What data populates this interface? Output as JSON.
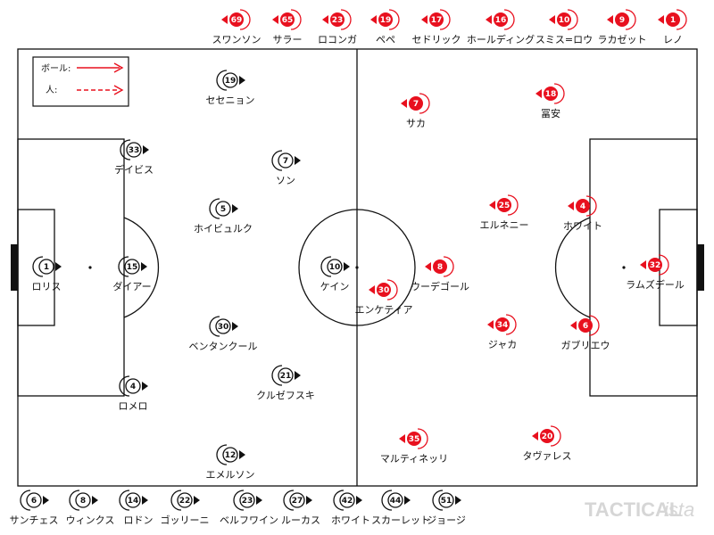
{
  "colors": {
    "line": "#111111",
    "home": "#ffffff",
    "away": "#e8101e",
    "legend_arrow": "#e8101e",
    "watermark": "#d6d6d6"
  },
  "legend": {
    "ball_label": "ボール:",
    "person_label": "人:"
  },
  "watermark": {
    "main": "TACTICAL",
    "suffix": "ista"
  },
  "home_players": [
    {
      "num": "1",
      "name": "ロリス"
    },
    {
      "num": "33",
      "name": "デイビス"
    },
    {
      "num": "15",
      "name": "ダイアー"
    },
    {
      "num": "4",
      "name": "ロメロ"
    },
    {
      "num": "19",
      "name": "セセニョン"
    },
    {
      "num": "5",
      "name": "ホイビュルク"
    },
    {
      "num": "30",
      "name": "ベンタンクール"
    },
    {
      "num": "12",
      "name": "エメルソン"
    },
    {
      "num": "7",
      "name": "ソン"
    },
    {
      "num": "21",
      "name": "クルゼフスキ"
    },
    {
      "num": "10",
      "name": "ケイン"
    }
  ],
  "away_players": [
    {
      "num": "32",
      "name": "ラムズデール"
    },
    {
      "num": "4",
      "name": "ホワイト"
    },
    {
      "num": "6",
      "name": "ガブリエウ"
    },
    {
      "num": "18",
      "name": "冨安"
    },
    {
      "num": "20",
      "name": "タヴァレス"
    },
    {
      "num": "25",
      "name": "エルネニー"
    },
    {
      "num": "34",
      "name": "ジャカ"
    },
    {
      "num": "7",
      "name": "サカ"
    },
    {
      "num": "8",
      "name": "ウーデゴール"
    },
    {
      "num": "35",
      "name": "マルティネッリ"
    },
    {
      "num": "30",
      "name": "エンケティア"
    }
  ],
  "home_bench": [
    {
      "num": "6",
      "name": "サンチェス"
    },
    {
      "num": "8",
      "name": "ウィンクス"
    },
    {
      "num": "14",
      "name": "ロドン"
    },
    {
      "num": "22",
      "name": "ゴッリーニ"
    },
    {
      "num": "23",
      "name": "ベルフワイン"
    },
    {
      "num": "27",
      "name": "ルーカス"
    },
    {
      "num": "42",
      "name": "ホワイト"
    },
    {
      "num": "44",
      "name": "スカーレット"
    },
    {
      "num": "51",
      "name": "ジョージ"
    }
  ],
  "away_bench": [
    {
      "num": "69",
      "name": "スワンソン"
    },
    {
      "num": "65",
      "name": "サラー"
    },
    {
      "num": "23",
      "name": "ロコンガ"
    },
    {
      "num": "19",
      "name": "ペペ"
    },
    {
      "num": "17",
      "name": "セドリック"
    },
    {
      "num": "16",
      "name": "ホールディング"
    },
    {
      "num": "10",
      "name": "スミス=ロウ"
    },
    {
      "num": "9",
      "name": "ラカゼット"
    },
    {
      "num": "1",
      "name": "レノ"
    }
  ]
}
